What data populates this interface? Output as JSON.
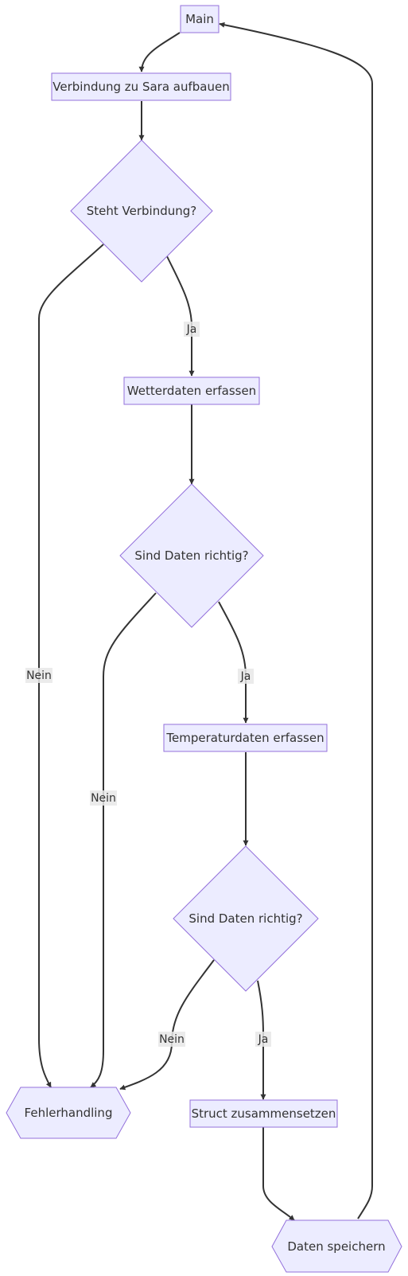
{
  "nodes": {
    "main": "Main",
    "connect": "Verbindung zu Sara aufbauen",
    "check_connection": "Steht Verbindung?",
    "weather": "Wetterdaten erfassen",
    "check_weather": "Sind Daten richtig?",
    "temperature": "Temperaturdaten erfassen",
    "check_temperature": "Sind Daten richtig?",
    "error": "Fehlerhandling",
    "struct": "Struct zusammensetzen",
    "save": "Daten speichern"
  },
  "edge_labels": {
    "connection_no": "Nein",
    "connection_yes": "Ja",
    "weather_no": "Nein",
    "weather_yes": "Ja",
    "temperature_no": "Nein",
    "temperature_yes": "Ja"
  },
  "colors": {
    "node_fill": "#ECECFF",
    "node_stroke": "#9370DB",
    "edge": "#333333",
    "label_bg": "#e8e8e8"
  }
}
